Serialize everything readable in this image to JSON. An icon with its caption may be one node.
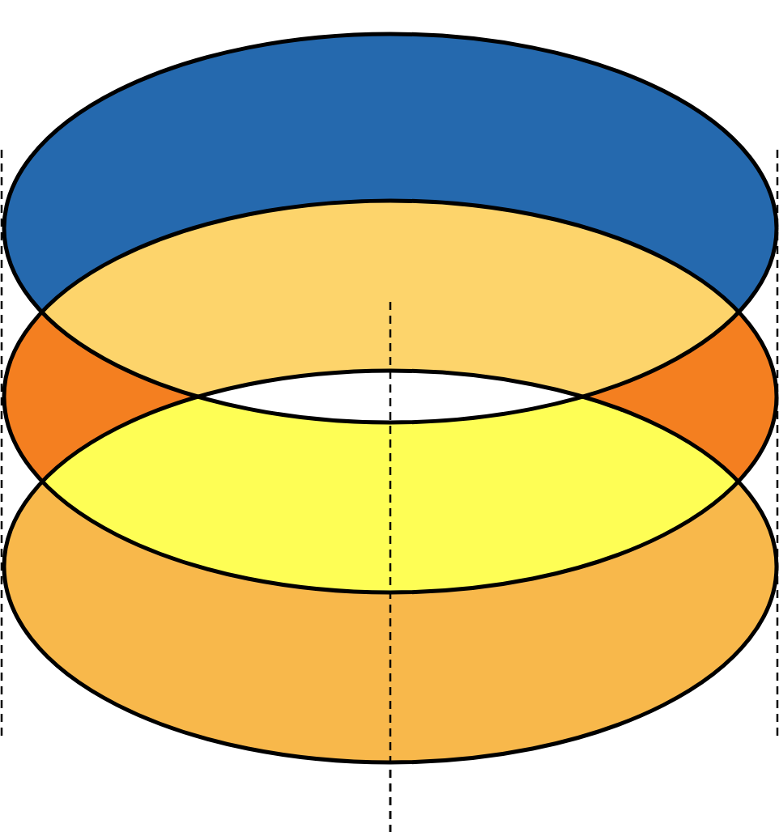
{
  "diagram": {
    "nodes": [
      {
        "text": [],
        "shape": "ellipse"
      },
      {
        "text": [],
        "shape": "ellipse"
      },
      {
        "text": [],
        "shape": "ellipse"
      }
    ]
  }
}
